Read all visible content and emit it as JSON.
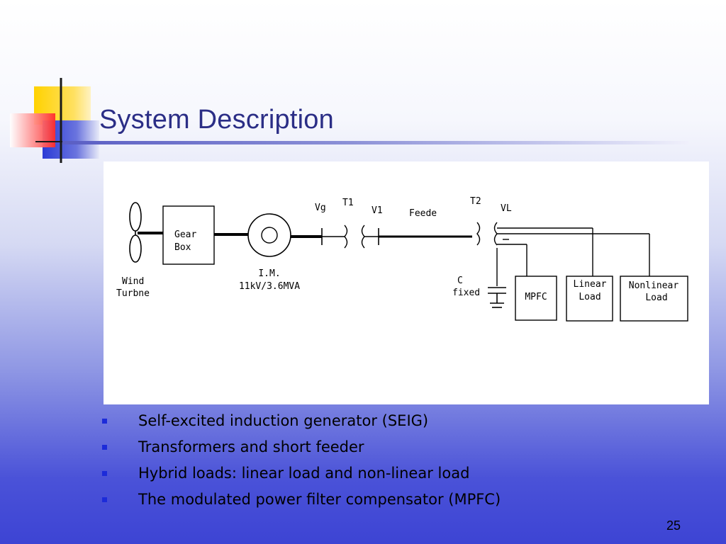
{
  "slide": {
    "title": "System Description",
    "page_number": "25"
  },
  "diagram": {
    "labels": {
      "wind": "Wind",
      "turbine": "Turbne",
      "gear": "Gear",
      "box": "Box",
      "im": "I.M.",
      "im_rating": "11kV/3.6MVA",
      "vg": "Vg",
      "t1": "T1",
      "v1": "V1",
      "feeder": "Feede",
      "t2": "T2",
      "vl": "VL",
      "c": "C",
      "fixed": "fixed",
      "mpfc": "MPFC",
      "linear_1": "Linear",
      "linear_2": "Load",
      "nonlinear_1": "Nonlinear",
      "nonlinear_2": "Load"
    }
  },
  "bullets": [
    "Self-excited induction generator (SEIG)",
    "Transformers and short feeder",
    "Hybrid loads: linear load and non-linear load",
    "The modulated power filter compensator (MPFC)"
  ],
  "colors": {
    "title": "#2b2e86",
    "bullet_marker": "#1c2bd9",
    "logo_yellow": "#ffd200",
    "logo_red": "#ff3333",
    "logo_blue": "#2b3bd6"
  }
}
